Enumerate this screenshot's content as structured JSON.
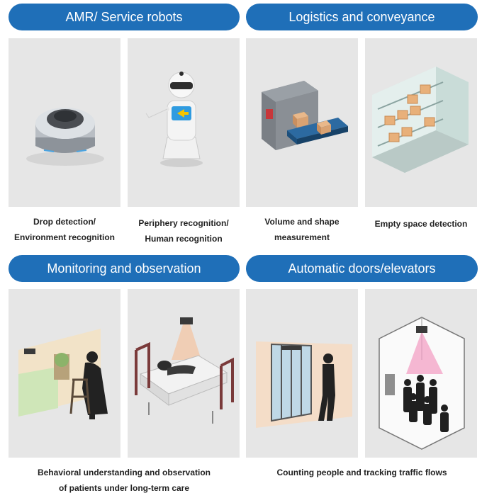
{
  "colors": {
    "accent": "#1f6fb8",
    "panel": "#e6e6e6",
    "text": "#222222"
  },
  "sections": [
    {
      "title": "AMR/ Service robots"
    },
    {
      "title": "Logistics and conveyance"
    },
    {
      "title": "Monitoring and observation"
    },
    {
      "title": "Automatic doors/elevators"
    }
  ],
  "captions": {
    "drop": {
      "line1": "Drop detection/",
      "line2": "Environment recognition"
    },
    "periphery": {
      "line1": "Periphery recognition/",
      "line2": "Human recognition"
    },
    "volume": {
      "line1": "Volume and shape",
      "line2": "measurement"
    },
    "empty": {
      "line1": "Empty space detection"
    },
    "behavior": {
      "line1": "Behavioral understanding and observation",
      "line2": "of patients under long-term care"
    },
    "counting": {
      "line1": "Counting people and tracking traffic flows"
    }
  },
  "illustrations": [
    {
      "icon": "robot-vacuum-icon"
    },
    {
      "icon": "humanoid-robot-icon"
    },
    {
      "icon": "conveyor-scanner-icon"
    },
    {
      "icon": "warehouse-shelf-icon"
    },
    {
      "icon": "elderly-walker-icon"
    },
    {
      "icon": "hospital-bed-icon"
    },
    {
      "icon": "automatic-door-icon"
    },
    {
      "icon": "elevator-people-icon"
    }
  ]
}
